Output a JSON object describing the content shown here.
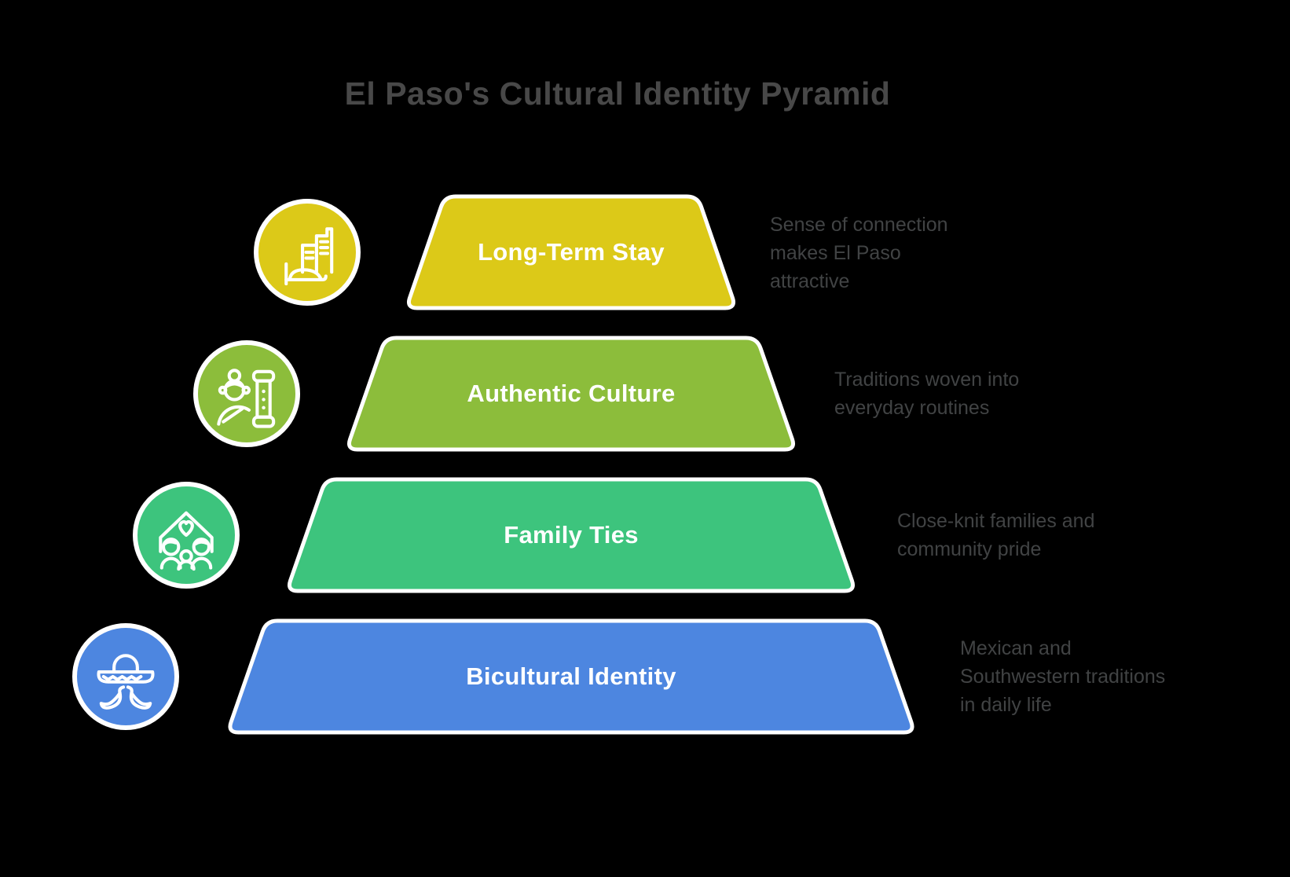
{
  "title": "El Paso's Cultural Identity Pyramid",
  "colors": {
    "background": "#000000",
    "title_text": "#484848",
    "description_text": "#414344",
    "level_label_text": "#ffffff",
    "outline": "#ffffff"
  },
  "levels": [
    {
      "label": "Long-Term Stay",
      "description": "Sense of connection\nmakes El Paso\nattractive",
      "color": "#dcc918",
      "icon": "city-buildings-bed-icon"
    },
    {
      "label": "Authentic Culture",
      "description": "Traditions woven into\neveryday routines",
      "color": "#8cbd3b",
      "icon": "person-column-icon"
    },
    {
      "label": "Family Ties",
      "description": "Close-knit families and\ncommunity pride",
      "color": "#3dc47d",
      "icon": "family-house-heart-icon"
    },
    {
      "label": "Bicultural Identity",
      "description": "Mexican and\nSouthwestern traditions\nin daily life",
      "color": "#4d86e0",
      "icon": "sombrero-chili-icon"
    }
  ]
}
